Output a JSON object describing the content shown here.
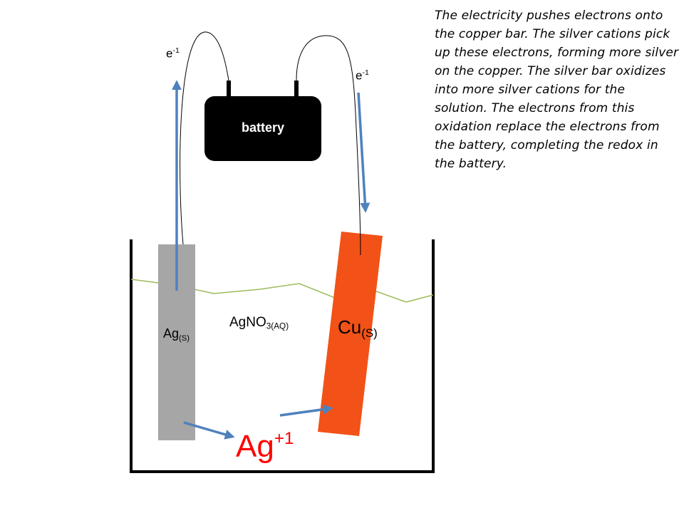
{
  "colors": {
    "silver_bar": "#a6a6a6",
    "copper_bar": "#f25217",
    "arrows": "#4f81bd",
    "solution_line": "#9bbb59",
    "ion_text": "#ff0000",
    "battery": "#000000",
    "beaker": "#000000"
  },
  "labels": {
    "electron_left": {
      "base": "e",
      "sup": "-1"
    },
    "electron_right": {
      "base": "e",
      "sup": "-1"
    },
    "silver_electrode": {
      "base": "Ag",
      "sub": "(S)"
    },
    "solution": {
      "base": "AgNO",
      "sub": "3(AQ)"
    },
    "copper_electrode": {
      "base": "Cu",
      "sub": "(S)"
    },
    "silver_ion": {
      "base": "Ag",
      "sup": "+1"
    }
  },
  "battery": {
    "label": "battery"
  },
  "explanation": "The electricity pushes electrons onto the copper bar.  The silver cations pick up these electrons, forming more silver on the copper.  The silver bar oxidizes into more silver cations for the solution.  The electrons from this oxidation replace the electrons from the battery, completing the redox in the battery."
}
